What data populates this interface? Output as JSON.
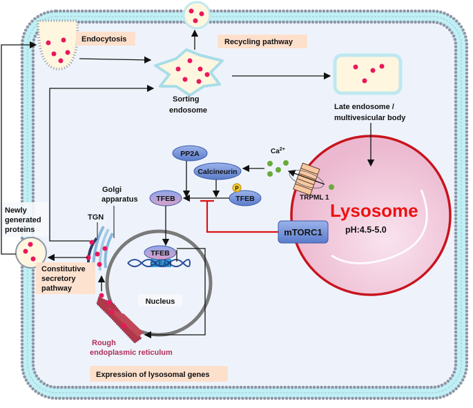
{
  "labels": {
    "endocytosis": "Endocytosis",
    "recycling": "Recycling pathway",
    "sorting_1": "Sorting",
    "sorting_2": "endosome",
    "late_1": "Late endosome /",
    "late_2": "multivesicular body",
    "ca": "Ca",
    "ca_sup": "2+",
    "trpml1": "TRPML 1",
    "lysosome": "Lysosome",
    "ph": "pH:4.5-5.0",
    "mtorc1": "mTORC1",
    "pp2a": "PP2A",
    "calcineurin": "Calcineurin",
    "tfeb": "TFEB",
    "tfeb_p": "TFEB",
    "p": "P",
    "tfeb_nuclear": "TFEB",
    "clear": "CLEAR",
    "nucleus": "Nucleus",
    "golgi_1": "Golgi",
    "golgi_2": "apparatus",
    "tgn": "TGN",
    "newly_1": "Newly",
    "newly_2": "generated",
    "newly_3": "proteins",
    "secretory_1": "Constitutive",
    "secretory_2": "secretory",
    "secretory_3": "pathway",
    "rer_1": "Rough",
    "rer_2": "endoplasmic  reticulum",
    "expression": "Expression of lysosomal genes"
  },
  "colors": {
    "cargo": "#e8185c",
    "label_box": "#fde0cc",
    "lysosome": "#f2c4d8",
    "lysosome_text": "#ee1111",
    "inhibition": "#dd1111",
    "ca_ion": "#6aaa3a",
    "membrane": "#bff0f5",
    "protein": "#9db4e6",
    "rer_text": "#b0305a"
  }
}
